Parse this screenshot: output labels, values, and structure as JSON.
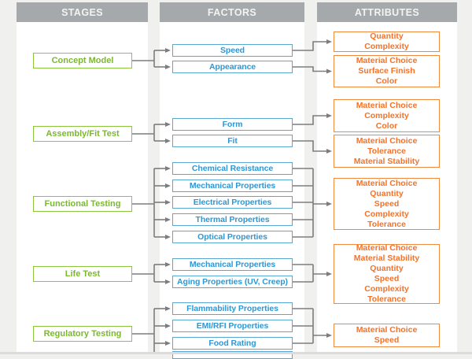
{
  "diagram": {
    "stages": {
      "header": "STAGES",
      "items": [
        "Concept Model",
        "Assembly/Fit Test",
        "Functional Testing",
        "Life Test",
        "Regulatory Testing"
      ]
    },
    "factors": {
      "header": "FACTORS",
      "items": [
        "Speed",
        "Appearance",
        "Form",
        "Fit",
        "Chemical Resistance",
        "Mechanical Properties",
        "Electrical Properties",
        "Thermal Properties",
        "Optical Properties",
        "Mechanical Properties",
        "Aging Properties (UV, Creep)",
        "Flammability Properties",
        "EMI/RFI Properties",
        "Food Rating"
      ]
    },
    "attributes": {
      "header": "ATTRIBUTES",
      "items": [
        "Quantity\nComplexity",
        "Material Choice\nSurface Finish\nColor",
        "Material Choice\nComplexity\nColor",
        "Material Choice\nTolerance\nMaterial Stability",
        "Material Choice\nQuantity\nSpeed\nComplexity\nTolerance",
        "Material Choice\nMaterial Stability\nQuantity\nSpeed\nComplexity\nTolerance",
        "Material Choice\nSpeed"
      ]
    },
    "colors": {
      "stage_accent": "#8cc63e",
      "factor_accent": "#3b9ed6",
      "attribute_accent": "#f3722a",
      "connector": "#7d7d7d",
      "header_bg": "#a6a9ac",
      "header_text": "#f2f3f3",
      "panel_bg": "#ffffff",
      "page_bg": "#f0f0ef"
    }
  }
}
